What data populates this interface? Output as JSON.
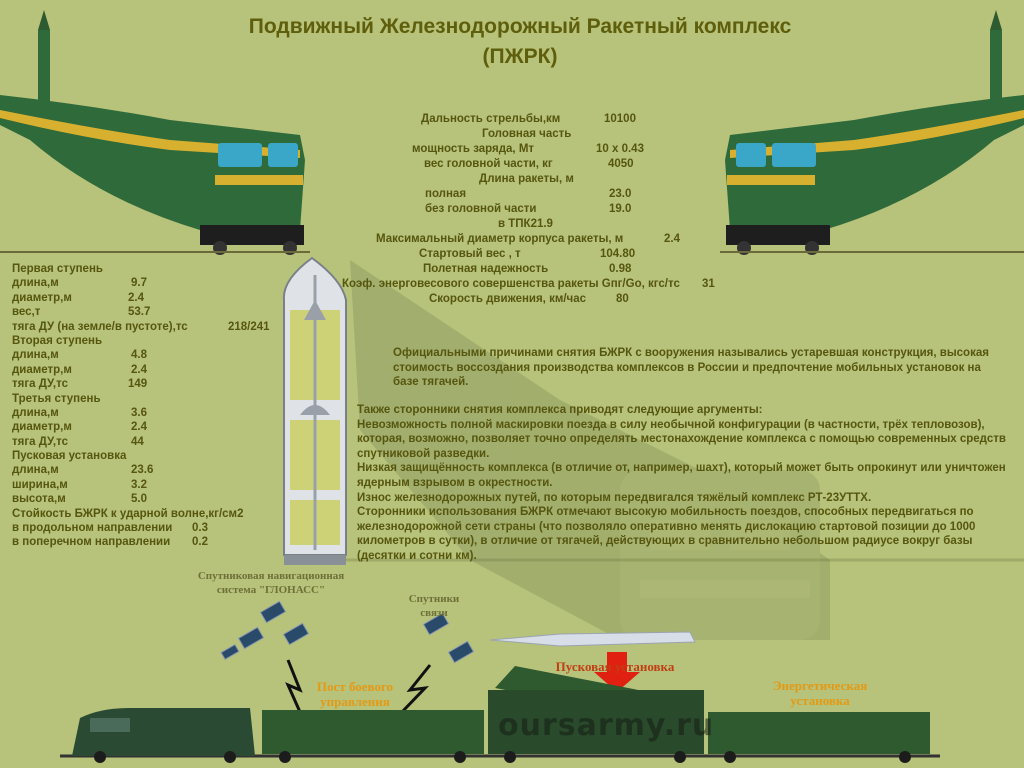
{
  "title": {
    "line1": "Подвижный Железнодорожный Ракетный комплекс",
    "line2": "(ПЖРК)"
  },
  "specs": [
    {
      "label": "Дальность стрельбы,км",
      "value": "10100"
    },
    {
      "label": "Головная часть",
      "value": ""
    },
    {
      "label": "мощность заряда, Мт",
      "value": "10 х 0.43"
    },
    {
      "label": "вес головной части, кг",
      "value": "4050"
    },
    {
      "label": "Длина ракеты, м",
      "value": ""
    },
    {
      "label": "полная",
      "value": "23.0"
    },
    {
      "label": "без головной части",
      "value": "19.0"
    },
    {
      "label": "в ТПК21.9",
      "value": ""
    },
    {
      "label": "Максимальный диаметр корпуса ракеты, м",
      "value": "2.4"
    },
    {
      "label": "Стартовый вес , т",
      "value": "104.80"
    },
    {
      "label": "Полетная надежность",
      "value": "0.98"
    },
    {
      "label": "Коэф. энерговесового совершенства ракеты Gпг/Gо, кгс/тс",
      "value": "31"
    },
    {
      "label": "Скорость движения, км/час",
      "value": "80"
    }
  ],
  "stages": [
    {
      "label": "Первая ступень",
      "value": ""
    },
    {
      "label": "длина,м",
      "value": "9.7"
    },
    {
      "label": "диаметр,м",
      "value": "2.4"
    },
    {
      "label": "вес,т",
      "value": "53.7"
    },
    {
      "label": "тяга ДУ (на земле/в пустоте),тс",
      "value": "218/241"
    },
    {
      "label": "Вторая ступень",
      "value": ""
    },
    {
      "label": "длина,м",
      "value": "4.8"
    },
    {
      "label": "диаметр,м",
      "value": "2.4"
    },
    {
      "label": "тяга ДУ,тс",
      "value": "149"
    },
    {
      "label": "Третья ступень",
      "value": ""
    },
    {
      "label": "длина,м",
      "value": "3.6"
    },
    {
      "label": "диаметр,м",
      "value": "2.4"
    },
    {
      "label": "тяга ДУ,тс",
      "value": "44"
    },
    {
      "label": "Пусковая установка",
      "value": ""
    },
    {
      "label": "длина,м",
      "value": "23.6"
    },
    {
      "label": "ширина,м",
      "value": "3.2"
    },
    {
      "label": "высота,м",
      "value": "5.0"
    },
    {
      "label": "Стойкость БЖРК к ударной волне,кг/см2",
      "value": ""
    },
    {
      "label": "в продольном направлении",
      "value": "0.3"
    },
    {
      "label": "в поперечном направлении",
      "value": "0.2"
    }
  ],
  "paragraph1": "Официальными причинами снятия БЖРК с вооружения назывались устаревшая конструкция, высокая стоимость воссоздания производства комплексов в России и предпочтение мобильных установок на базе тягачей.",
  "paragraph2": [
    "Также сторонники снятия комплекса приводят следующие аргументы:",
    "Невозможность полной маскировки поезда в силу необычной конфигурации (в частности, трёх тепловозов), которая, возможно, позволяет точно определять местонахождение комплекса с помощью современных средств спутниковой разведки.",
    "Низкая защищённость комплекса (в отличие от, например, шахт), который может быть опрокинут или уничтожен ядерным взрывом в окрестности.",
    "Износ железнодорожных путей, по которым передвигался тяжёлый комплекс РТ-23УТТХ.",
    "Сторонники использования БЖРК отмечают высокую мобильность поездов, способных передвигаться по железнодорожной сети страны  (что позволяло оперативно менять дислокацию стартовой позиции до 1000 километров в сутки), в отличие от тягачей, действующих в  сравнительно небольшом радиусе вокруг базы (десятки и сотни км)."
  ],
  "labels": {
    "glonass": "Спутниковая навигационная система \"ГЛОНАСС\"",
    "comms": "Спутники связи",
    "launcher": "Пусковая установка",
    "post": "Пост боевого управления",
    "power": "Энергетическая установка"
  },
  "watermark": "oursarmy.ru",
  "colors": {
    "background": "#b7c27a",
    "text": "#56560f",
    "train_green": "#2f6a3a",
    "arrow_red": "#e02010",
    "label_orange": "#e49a14"
  }
}
